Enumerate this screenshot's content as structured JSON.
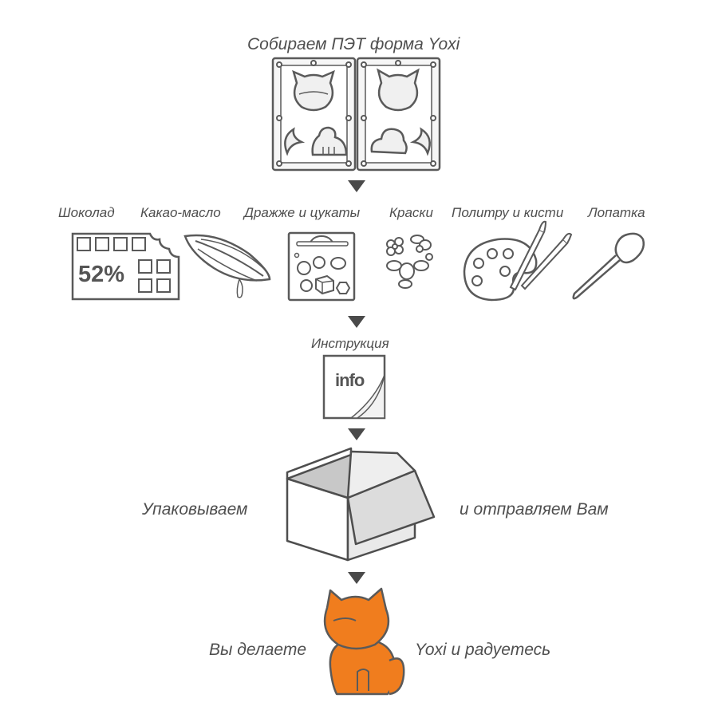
{
  "steps": {
    "assemble": "Собираем ПЭТ форма Yoxi",
    "instruction": "Инструкция",
    "pack_left": "Упаковываем",
    "pack_right": "и отправляем Вам",
    "make_left": "Вы делаете",
    "make_right": "Yoxi и радуетесь"
  },
  "ingredients": [
    {
      "label": "Шоколад"
    },
    {
      "label": "Какао-масло"
    },
    {
      "label": "Дражже и цукаты"
    },
    {
      "label": "Краски"
    },
    {
      "label": "Политру и кисти"
    },
    {
      "label": "Лопатка"
    }
  ],
  "chocolate_percent": "52%",
  "info_label": "info",
  "colors": {
    "line": "#5a5a5a",
    "arrow": "#4a4a4a",
    "accent": "#f07d1e",
    "text": "#4f4f4f"
  }
}
